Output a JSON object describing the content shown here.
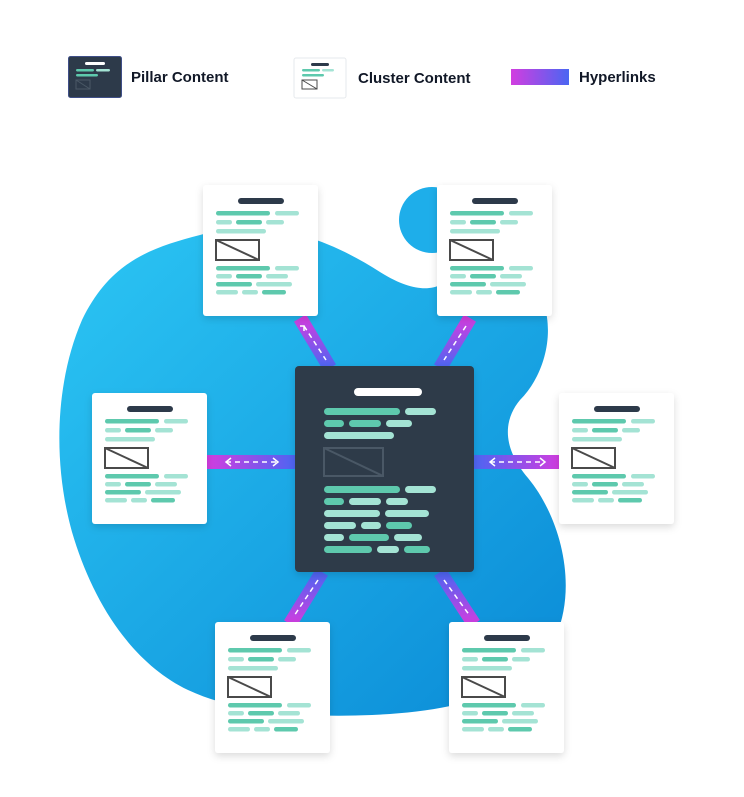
{
  "legend": {
    "pillar_label": "Pillar Content",
    "cluster_label": "Cluster Content",
    "hyperlinks_label": "Hyperlinks"
  },
  "colors": {
    "blob_light": "#29c2f2",
    "blob_dark": "#0a8fd9",
    "pillar_bg": "#2d3a4a",
    "cluster_bg": "#ffffff",
    "line_teal": "#5ec9ad",
    "line_teal_light": "#a4e3d4",
    "title_bar": "#2d3a4a",
    "link_purple": "#c43ee0",
    "link_blue": "#4a66f2"
  },
  "icons": [
    "pillar-doc-icon",
    "cluster-doc-icon",
    "hyperlink-gradient-icon",
    "image-placeholder-icon",
    "bidirectional-arrow-icon"
  ],
  "nodes": {
    "pillar": "pillar-content-page",
    "clusters": [
      "top-left",
      "top-right",
      "left",
      "right",
      "bottom-left",
      "bottom-right"
    ]
  }
}
